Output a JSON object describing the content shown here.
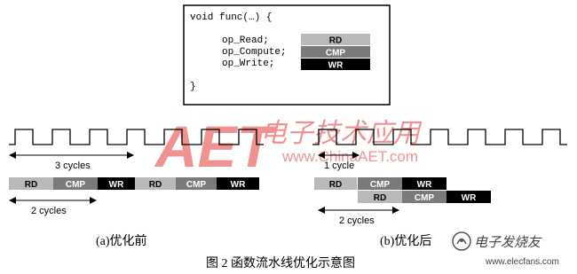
{
  "code": {
    "lines": [
      "void  func(…)  {",
      "op_Read;",
      "op_Compute;",
      "op_Write;",
      "}"
    ],
    "stages": [
      "RD",
      "CMP",
      "WR"
    ]
  },
  "left": {
    "cycles_upper": "3 cycles",
    "cycles_lower": "2 cycles",
    "blocks": [
      "RD",
      "CMP",
      "WR",
      "RD",
      "CMP",
      "WR"
    ],
    "caption": "(a)优化前"
  },
  "right": {
    "cycles_upper": "1 cycle",
    "cycles_lower": "2 cycles",
    "row1": [
      "RD",
      "CMP",
      "WR"
    ],
    "row2": [
      "RD",
      "CMP",
      "WR"
    ],
    "caption": "(b)优化后"
  },
  "figure_caption": "图 2   函数流水线优化示意图",
  "watermark": {
    "logo": "AET",
    "url": "www.ChinaAET.com",
    "cn": "电子技术应用",
    "corner_cn": "电子发烧友",
    "corner_url": "www.elecfans.com"
  },
  "colors": {
    "rd": "#b9b9b9",
    "cmp": "#7a7a7a",
    "wr": "#000000",
    "watermark": "#e23a3a"
  }
}
